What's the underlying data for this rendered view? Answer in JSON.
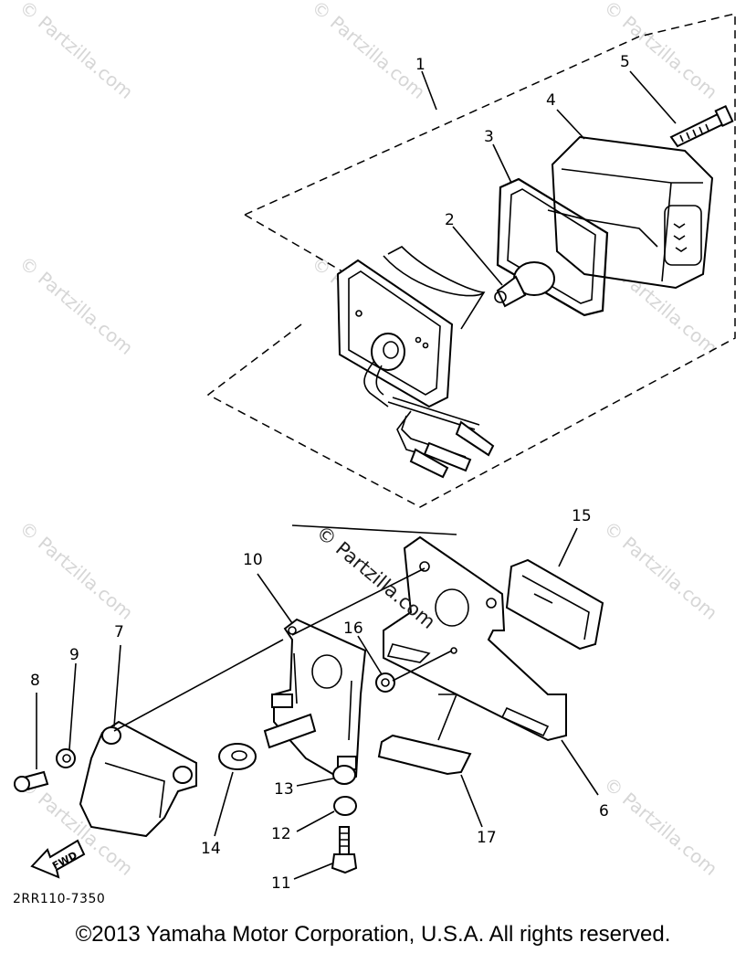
{
  "watermark": "© Partzilla.com",
  "part_numbers": [
    "1",
    "2",
    "3",
    "4",
    "5",
    "6",
    "7",
    "8",
    "9",
    "10",
    "11",
    "12",
    "13",
    "14",
    "15",
    "16",
    "17"
  ],
  "fwd_label": "FWD",
  "diagram_code": "2RR110-7350",
  "copyright": "©2013  Yamaha Motor Corporation, U.S.A. All rights reserved."
}
